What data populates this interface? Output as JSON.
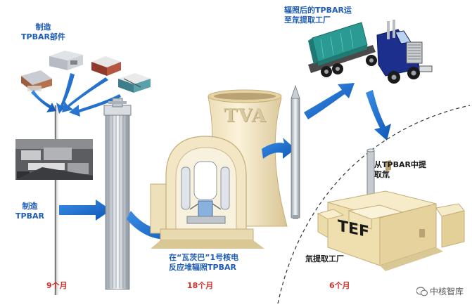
{
  "labels": {
    "manufacture_parts": [
      "制造",
      "TPBAR部件"
    ],
    "manufacture": [
      "制造",
      "TPBAR"
    ],
    "reactor": [
      "在“瓦茨巴”1号核电",
      "反应堆辐照TPBAR"
    ],
    "transport": [
      "辐照后的TPBAR运",
      "至氚提取工厂"
    ],
    "extract": [
      "从TPBAR中提",
      "取氚"
    ],
    "facility": "氚提取工厂"
  },
  "durations": {
    "manufacture": "9个月",
    "reactor": "18个月",
    "facility": "6个月"
  },
  "tower_text": "TVA",
  "tef_text": "TEF",
  "watermark": "中核智库",
  "colors": {
    "label_blue": "#1d5bb5",
    "duration_red": "#d0312d",
    "arrow_blue": "#1c6fd0",
    "tower": "#f0e2bd",
    "truck_blue": "#1c2f8c",
    "cargo_teal": "#2a9a92"
  }
}
